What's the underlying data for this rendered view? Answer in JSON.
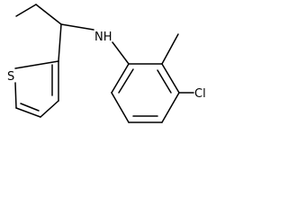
{
  "structure": {
    "atoms": {
      "nh": "NH",
      "s": "S",
      "cl": "Cl"
    },
    "colors": {
      "bond": "#000000",
      "label": "#000000",
      "background": "#ffffff"
    }
  }
}
